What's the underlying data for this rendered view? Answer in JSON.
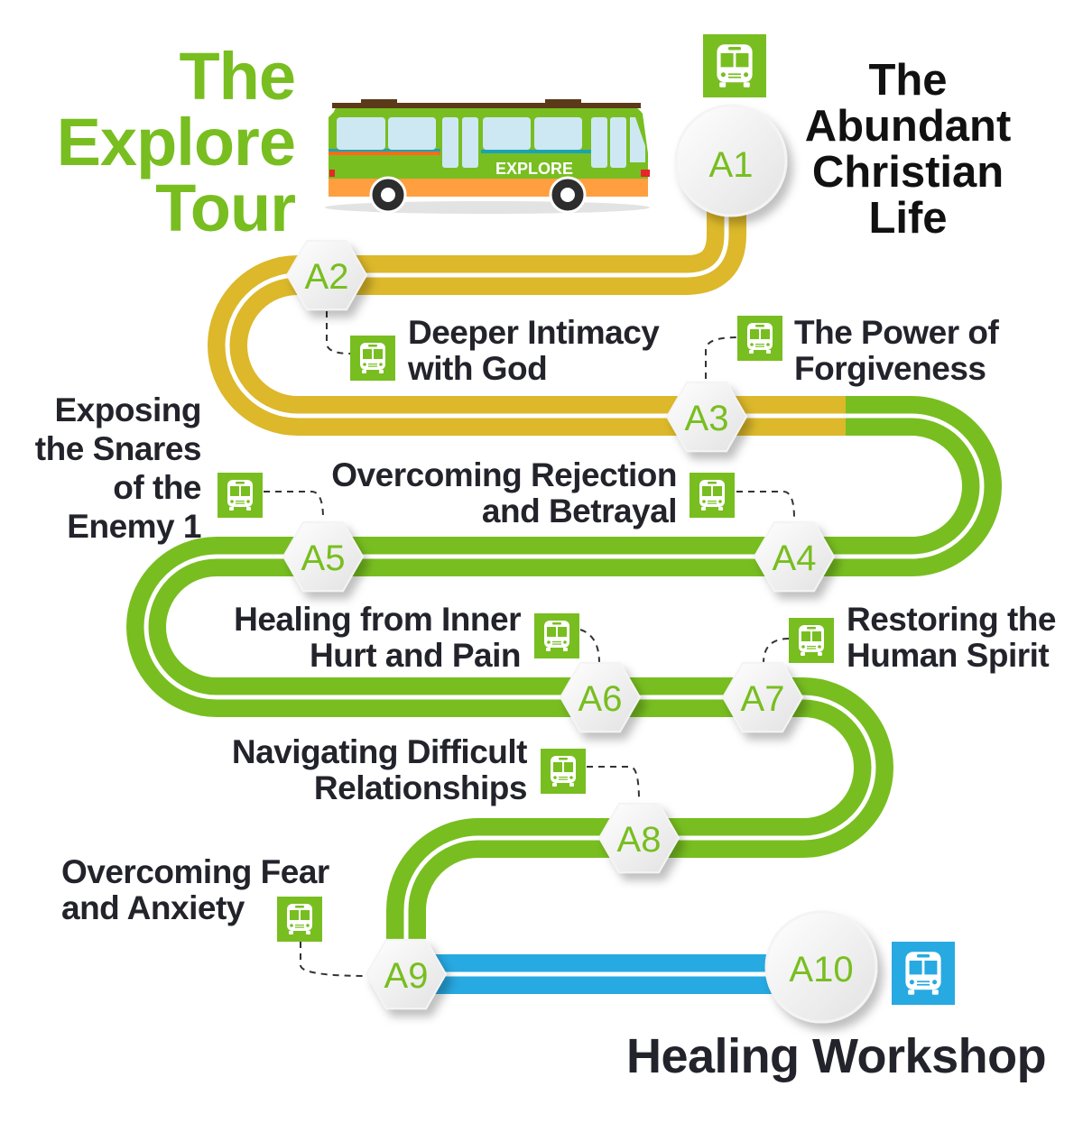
{
  "title": [
    "The",
    "Explore",
    "Tour"
  ],
  "bus_sign": "EXPLORE",
  "colors": {
    "green": "#78be20",
    "yellow": "#dcb82a",
    "blue": "#27a9e1",
    "text": "#23232b"
  },
  "stops": [
    {
      "id": "A1",
      "lines": [
        "The",
        "Abundant",
        "Christian",
        "Life"
      ]
    },
    {
      "id": "A2",
      "lines": [
        "Deeper Intimacy",
        "with God"
      ]
    },
    {
      "id": "A3",
      "lines": [
        "The Power of",
        "Forgiveness"
      ]
    },
    {
      "id": "A4",
      "lines": [
        "Overcoming Rejection",
        "and Betrayal"
      ]
    },
    {
      "id": "A5",
      "lines": [
        "Exposing",
        "the Snares",
        "of the",
        "Enemy 1"
      ]
    },
    {
      "id": "A6",
      "lines": [
        "Healing from Inner",
        "Hurt and Pain"
      ]
    },
    {
      "id": "A7",
      "lines": [
        "Restoring the",
        "Human Spirit"
      ]
    },
    {
      "id": "A8",
      "lines": [
        "Navigating Difficult",
        "Relationships"
      ]
    },
    {
      "id": "A9",
      "lines": [
        "Overcoming Fear",
        "and Anxiety"
      ]
    },
    {
      "id": "A10",
      "lines": [
        "Healing Workshop"
      ]
    }
  ]
}
